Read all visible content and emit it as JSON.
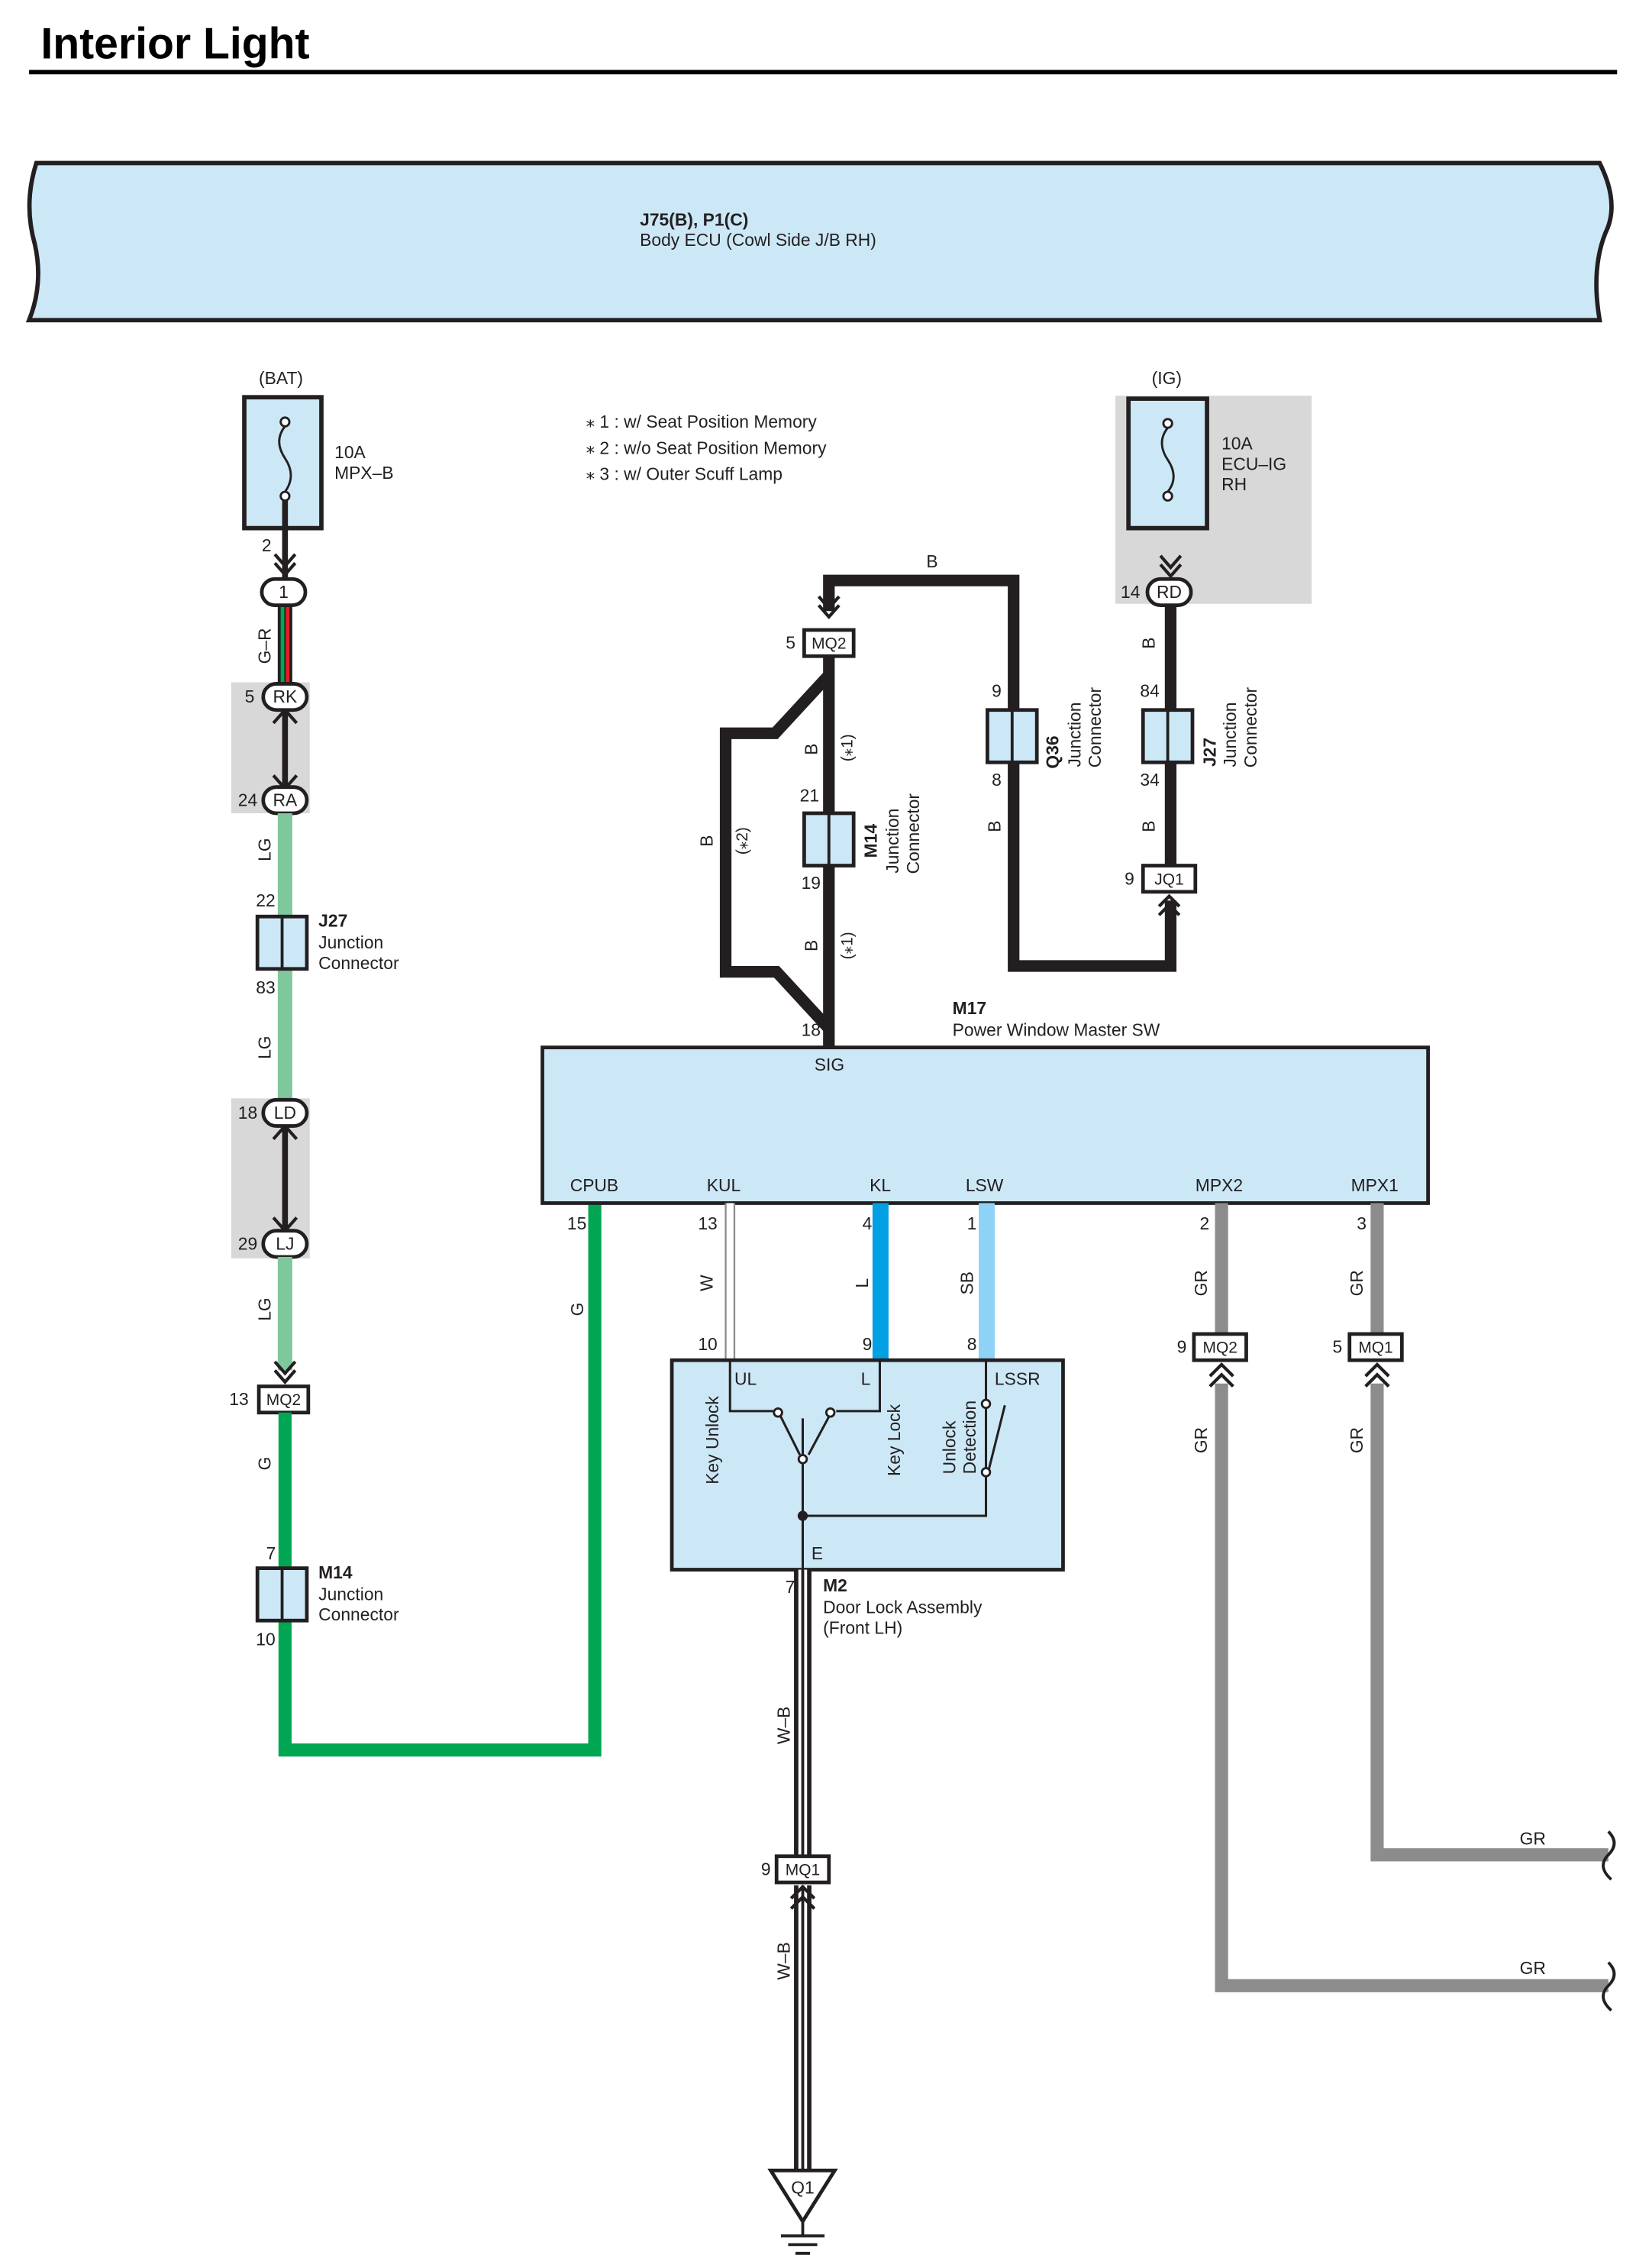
{
  "title": "Interior Light",
  "ecu": {
    "code": "J75(B), P1(C)",
    "name": "Body ECU (Cowl Side J/B RH)"
  },
  "notes": [
    "⁎ 1 : w/ Seat Position Memory",
    "⁎ 2 : w/o Seat Position Memory",
    "⁎ 3 : w/ Outer Scuff Lamp"
  ],
  "fuse_bat": {
    "source": "(BAT)",
    "rating": "10A",
    "name": "MPX–B",
    "pin": "2"
  },
  "fuse_ig": {
    "source": "(IG)",
    "rating": "10A",
    "name": "ECU–IG",
    "name2": "RH"
  },
  "left": {
    "c1": {
      "label": "1"
    },
    "wire_gr": "G–R",
    "rk": {
      "pin": "5",
      "label": "RK"
    },
    "ra": {
      "pin": "24",
      "label": "RA"
    },
    "wire_lg": "LG",
    "j27": {
      "code": "J27",
      "l1": "Junction",
      "l2": "Connector",
      "pin_top": "22",
      "pin_bot": "83"
    },
    "ld": {
      "pin": "18",
      "label": "LD"
    },
    "lj": {
      "pin": "29",
      "label": "LJ"
    },
    "mq2": {
      "pin": "13",
      "label": "MQ2"
    },
    "wire_g": "G",
    "m14": {
      "code": "M14",
      "l1": "Junction",
      "l2": "Connector",
      "pin_top": "7",
      "pin_bot": "10"
    }
  },
  "mid": {
    "mq2": {
      "pin": "5",
      "label": "MQ2"
    },
    "wire_b": "B",
    "star1": "(⁎1)",
    "star2": "(⁎2)",
    "m14": {
      "code": "M14",
      "l1": "Junction",
      "l2": "Connector",
      "pin_top": "21",
      "pin_bot": "19"
    },
    "pin18": "18"
  },
  "q36": {
    "code": "Q36",
    "l1": "Junction",
    "l2": "Connector",
    "pin_top": "9",
    "pin_bot": "8"
  },
  "ig_branch": {
    "rd": {
      "pin": "14",
      "label": "RD"
    },
    "j27": {
      "code": "J27",
      "l1": "Junction",
      "l2": "Connector",
      "pin_top": "84",
      "pin_bot": "34"
    },
    "jq1": {
      "pin": "9",
      "label": "JQ1"
    }
  },
  "m17": {
    "code": "M17",
    "name": "Power Window Master SW",
    "sig": "SIG",
    "terminals": [
      {
        "name": "CPUB",
        "pin": "15",
        "wire": "G"
      },
      {
        "name": "KUL",
        "pin": "13",
        "wire": "W"
      },
      {
        "name": "KL",
        "pin": "4",
        "wire": "L"
      },
      {
        "name": "LSW",
        "pin": "1",
        "wire": "SB"
      },
      {
        "name": "MPX2",
        "pin": "2",
        "wire": "GR"
      },
      {
        "name": "MPX1",
        "pin": "3",
        "wire": "GR"
      }
    ]
  },
  "m2": {
    "code": "M2",
    "name": "Door Lock Assembly",
    "name2": "(Front LH)",
    "pins": {
      "ul": "10",
      "l": "9",
      "lssr": "8",
      "e": "7"
    },
    "terms": {
      "ul": "UL",
      "l": "L",
      "lssr": "LSSR",
      "e": "E"
    },
    "labels": {
      "key_unlock": "Key Unlock",
      "key_lock": "Key Lock",
      "unlock1": "Unlock",
      "unlock2": "Detection"
    }
  },
  "right": {
    "mq2": {
      "pin": "9",
      "label": "MQ2"
    },
    "mq1": {
      "pin": "5",
      "label": "MQ1"
    },
    "wire": "GR"
  },
  "ground": {
    "wire": "W–B",
    "mq1": {
      "pin": "9",
      "label": "MQ1"
    },
    "label": "Q1"
  },
  "colors": {
    "ecu_fill": "#cce8f7",
    "grey_box": "#d8d8d8",
    "wire_lg": "#7fc89d",
    "wire_g": "#00a651",
    "wire_l": "#00a0e3",
    "wire_sb": "#8ed3f5",
    "wire_gr": "#8c8c8c",
    "wire_red": "#e02020",
    "wire_black": "#231f20"
  }
}
